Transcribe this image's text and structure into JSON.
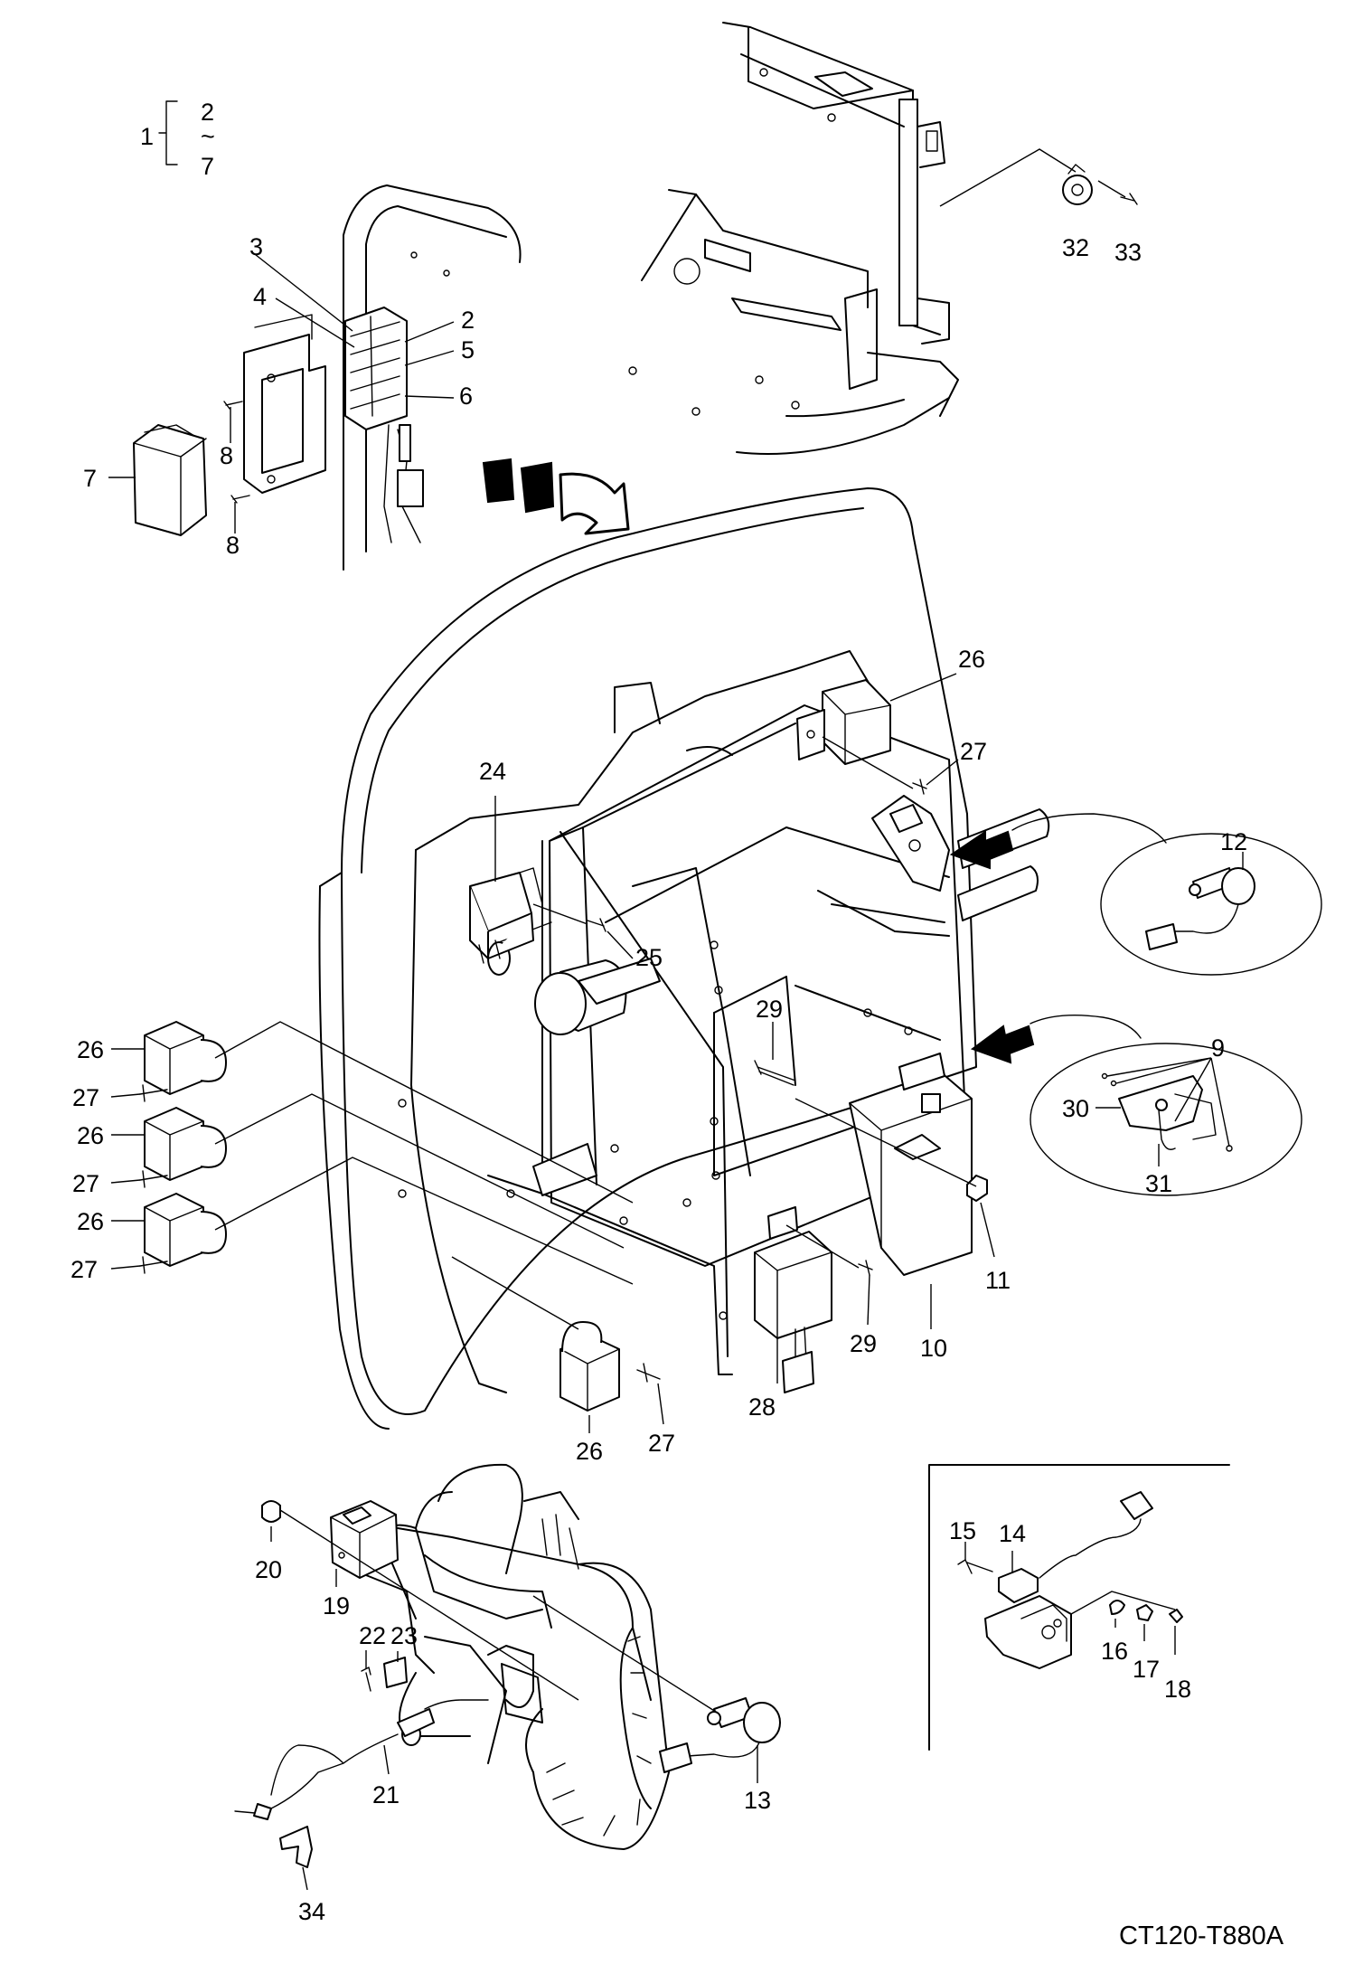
{
  "drawing_code": "CT120-T880A",
  "legend": {
    "assembly": "1",
    "from": "2",
    "range_mark": "~",
    "to": "7"
  },
  "labels": {
    "l2": "2",
    "l3": "3",
    "l4": "4",
    "l5": "5",
    "l6": "6",
    "l7": "7",
    "l8a": "8",
    "l8b": "8",
    "l9": "9",
    "l10": "10",
    "l11": "11",
    "l12": "12",
    "l13": "13",
    "l14": "14",
    "l15": "15",
    "l16": "16",
    "l17": "17",
    "l18": "18",
    "l19": "19",
    "l20": "20",
    "l21": "21",
    "l22": "22",
    "l23": "23",
    "l24": "24",
    "l25": "25",
    "l26a": "26",
    "l26b": "26",
    "l26c": "26",
    "l26d": "26",
    "l26e": "26",
    "l27a": "27",
    "l27b": "27",
    "l27c": "27",
    "l27d": "27",
    "l27e": "27",
    "l28": "28",
    "l29a": "29",
    "l29b": "29",
    "l30": "30",
    "l31": "31",
    "l32": "32",
    "l33": "33",
    "l34": "34"
  }
}
